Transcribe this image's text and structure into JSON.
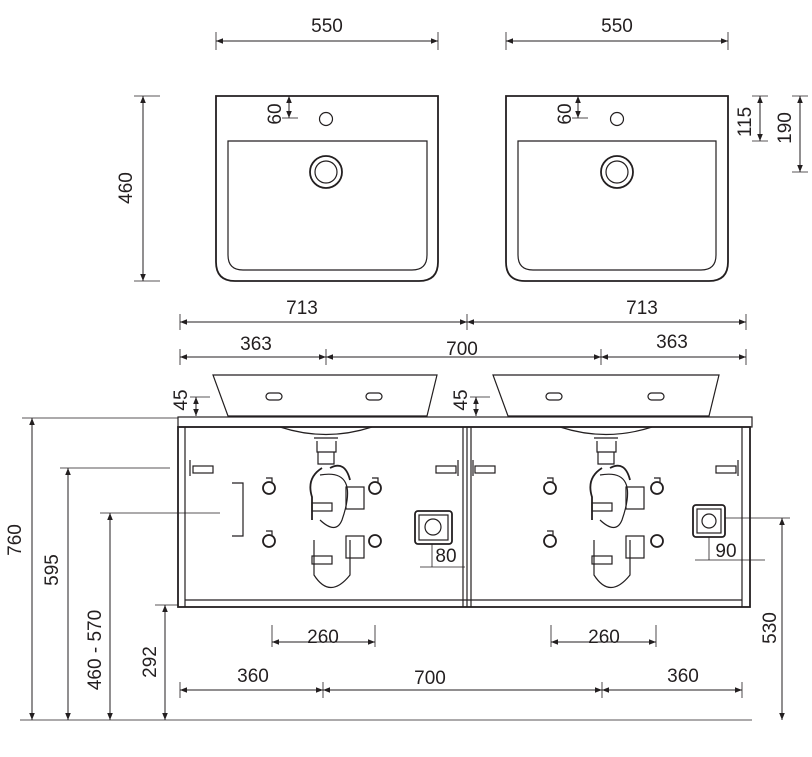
{
  "top_view": {
    "basin_width_left": "550",
    "basin_width_right": "550",
    "basin_depth": "460",
    "tap_hole_offset_left": "60",
    "tap_hole_offset_right": "60",
    "drain_offset_115": "115",
    "drain_offset_190": "190"
  },
  "front_view": {
    "half_width_left": "713",
    "half_width_right": "713",
    "edge_left_363": "363",
    "center_700": "700",
    "edge_right_363": "363",
    "basin_height_left": "45",
    "basin_height_right": "45",
    "total_height": "760",
    "height_595": "595",
    "height_range": "460 - 570",
    "height_292": "292",
    "height_530": "530",
    "socket_offset_left": "80",
    "socket_offset_right": "90",
    "siphon_width_left": "260",
    "siphon_width_right": "260",
    "bottom_left_360": "360",
    "bottom_center_700": "700",
    "bottom_right_360": "360"
  }
}
